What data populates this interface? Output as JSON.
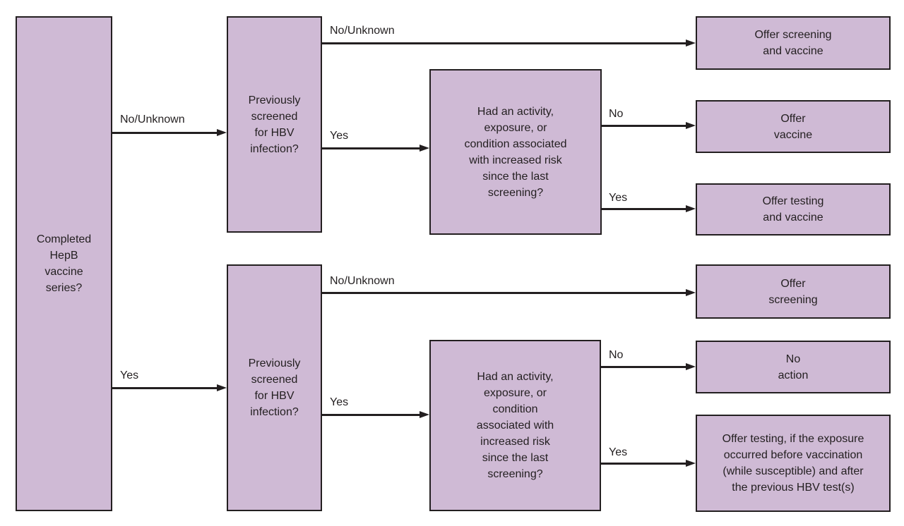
{
  "figure": {
    "description": "Decision flowchart for HepB vaccination and HBV screening"
  },
  "colors": {
    "node_fill": "#cfbad5",
    "node_border": "#231f20",
    "arrow": "#231f20",
    "text": "#231f20",
    "background": "#ffffff"
  },
  "nodes": {
    "completed_series": {
      "label": "Completed\nHepB\nvaccine\nseries?"
    },
    "prev_screened_top": {
      "label": "Previously\nscreened\nfor HBV\ninfection?"
    },
    "risk_top": {
      "label": "Had an activity,\nexposure, or\ncondition associated\nwith increased risk\nsince the last\nscreening?"
    },
    "offer_screening_vaccine": {
      "label": "Offer screening\nand vaccine"
    },
    "offer_vaccine": {
      "label": "Offer\nvaccine"
    },
    "offer_testing_vaccine": {
      "label": "Offer testing\nand vaccine"
    },
    "prev_screened_bottom": {
      "label": "Previously\nscreened\nfor HBV\ninfection?"
    },
    "risk_bottom": {
      "label": "Had an activity,\nexposure, or\ncondition\nassociated with\nincreased risk\nsince the last\nscreening?"
    },
    "offer_screening": {
      "label": "Offer\nscreening"
    },
    "no_action": {
      "label": "No\naction"
    },
    "offer_testing_conditional": {
      "label": "Offer testing, if the exposure\noccurred before vaccination\n(while susceptible) and after\nthe previous HBV test(s)"
    }
  },
  "edges": [
    {
      "label": "No/Unknown",
      "from": "completed_series",
      "to": "prev_screened_top"
    },
    {
      "label": "No/Unknown",
      "from": "prev_screened_top",
      "to": "offer_screening_vaccine"
    },
    {
      "label": "Yes",
      "from": "prev_screened_top",
      "to": "risk_top"
    },
    {
      "label": "No",
      "from": "risk_top",
      "to": "offer_vaccine"
    },
    {
      "label": "Yes",
      "from": "risk_top",
      "to": "offer_testing_vaccine"
    },
    {
      "label": "Yes",
      "from": "completed_series",
      "to": "prev_screened_bottom"
    },
    {
      "label": "No/Unknown",
      "from": "prev_screened_bottom",
      "to": "offer_screening"
    },
    {
      "label": "Yes",
      "from": "prev_screened_bottom",
      "to": "risk_bottom"
    },
    {
      "label": "No",
      "from": "risk_bottom",
      "to": "no_action"
    },
    {
      "label": "Yes",
      "from": "risk_bottom",
      "to": "offer_testing_conditional"
    }
  ]
}
